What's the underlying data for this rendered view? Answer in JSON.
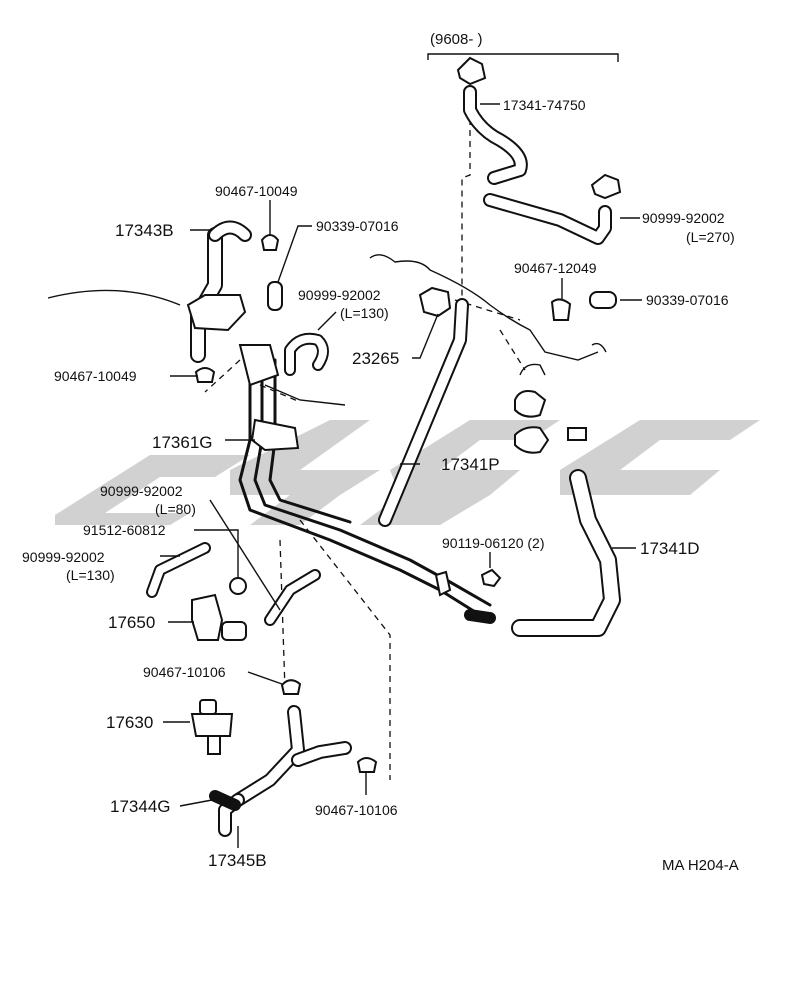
{
  "labels": {
    "variant": "(9608-         )",
    "p17341_74750": "17341-74750",
    "p90467_10049_top": "90467-10049",
    "p17343B": "17343B",
    "p90339_07016_left": "90339-07016",
    "p90999_92002_270": "90999-92002",
    "len_270": "(L=270)",
    "p90467_12049": "90467-12049",
    "p90339_07016_right": "90339-07016",
    "p90999_92002_130a": "90999-92002",
    "len_130a": "(L=130)",
    "p23265": "23265",
    "p90467_10049_left": "90467-10049",
    "p17361G": "17361G",
    "p17341P": "17341P",
    "p90999_92002_80": "90999-92002",
    "len_80": "(L=80)",
    "p91512_60812": "91512-60812",
    "p90999_92002_130b": "90999-92002",
    "len_130b": "(L=130)",
    "p90119_06120": "90119-06120 (2)",
    "p17341D": "17341D",
    "p17650": "17650",
    "p90467_10106_a": "90467-10106",
    "p17630": "17630",
    "p17344G": "17344G",
    "p90467_10106_b": "90467-10106",
    "p17345B": "17345B",
    "figure_code": "MA H204-A"
  }
}
